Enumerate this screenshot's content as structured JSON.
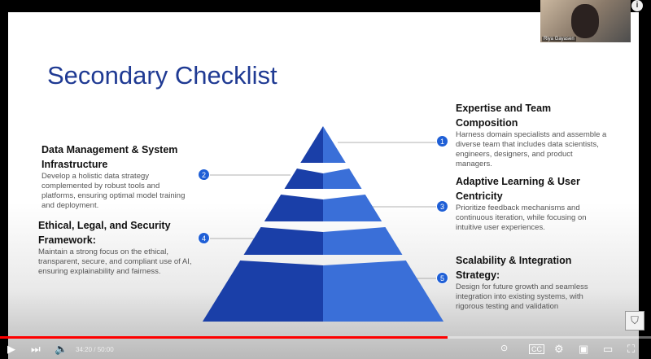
{
  "slide": {
    "title": "Secondary Checklist",
    "items": [
      {
        "num": "1",
        "heading": "Expertise and Team Composition",
        "body": "Harness domain specialists and assemble a diverse team that includes data scientists, engineers, designers, and product managers."
      },
      {
        "num": "2",
        "heading": "Data Management & System Infrastructure",
        "body": "Develop a holistic data strategy complemented by robust tools and platforms, ensuring optimal model training and deployment."
      },
      {
        "num": "3",
        "heading": "Adaptive Learning & User Centricity",
        "body": "Prioritize feedback mechanisms and continuous iteration, while focusing on intuitive user experiences."
      },
      {
        "num": "4",
        "heading": "Ethical, Legal, and Security Framework:",
        "body": "Maintain a strong focus on the ethical, transparent, secure, and compliant use of AI, ensuring explainability and fairness."
      },
      {
        "num": "5",
        "heading": "Scalability & Integration Strategy:",
        "body": "Design for future growth and seamless integration into existing systems, with rigorous testing and validation"
      }
    ],
    "colors": {
      "dark": "#1a3fa8",
      "light": "#3a6fd8",
      "accent": "#1f5fd6"
    }
  },
  "webcam": {
    "name": "Riya Gayasen"
  },
  "player": {
    "time": "34:20 / 50:00",
    "progress": 0.687
  }
}
